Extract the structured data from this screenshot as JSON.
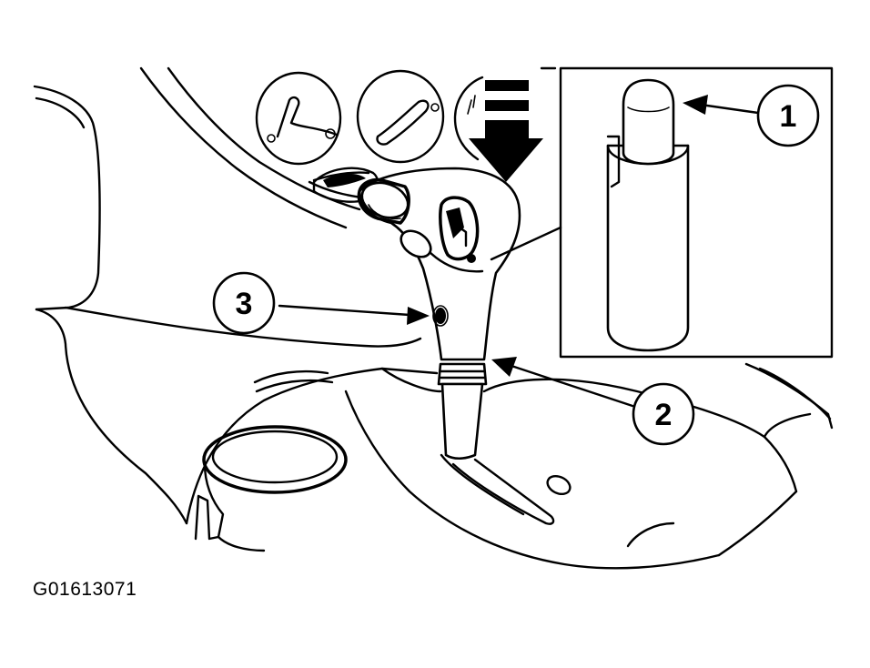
{
  "figure_code": "G01613071",
  "callouts": [
    {
      "label": "1"
    },
    {
      "label": "2"
    },
    {
      "label": "3"
    }
  ],
  "colors": {
    "line": "#000000",
    "background": "#ffffff"
  }
}
